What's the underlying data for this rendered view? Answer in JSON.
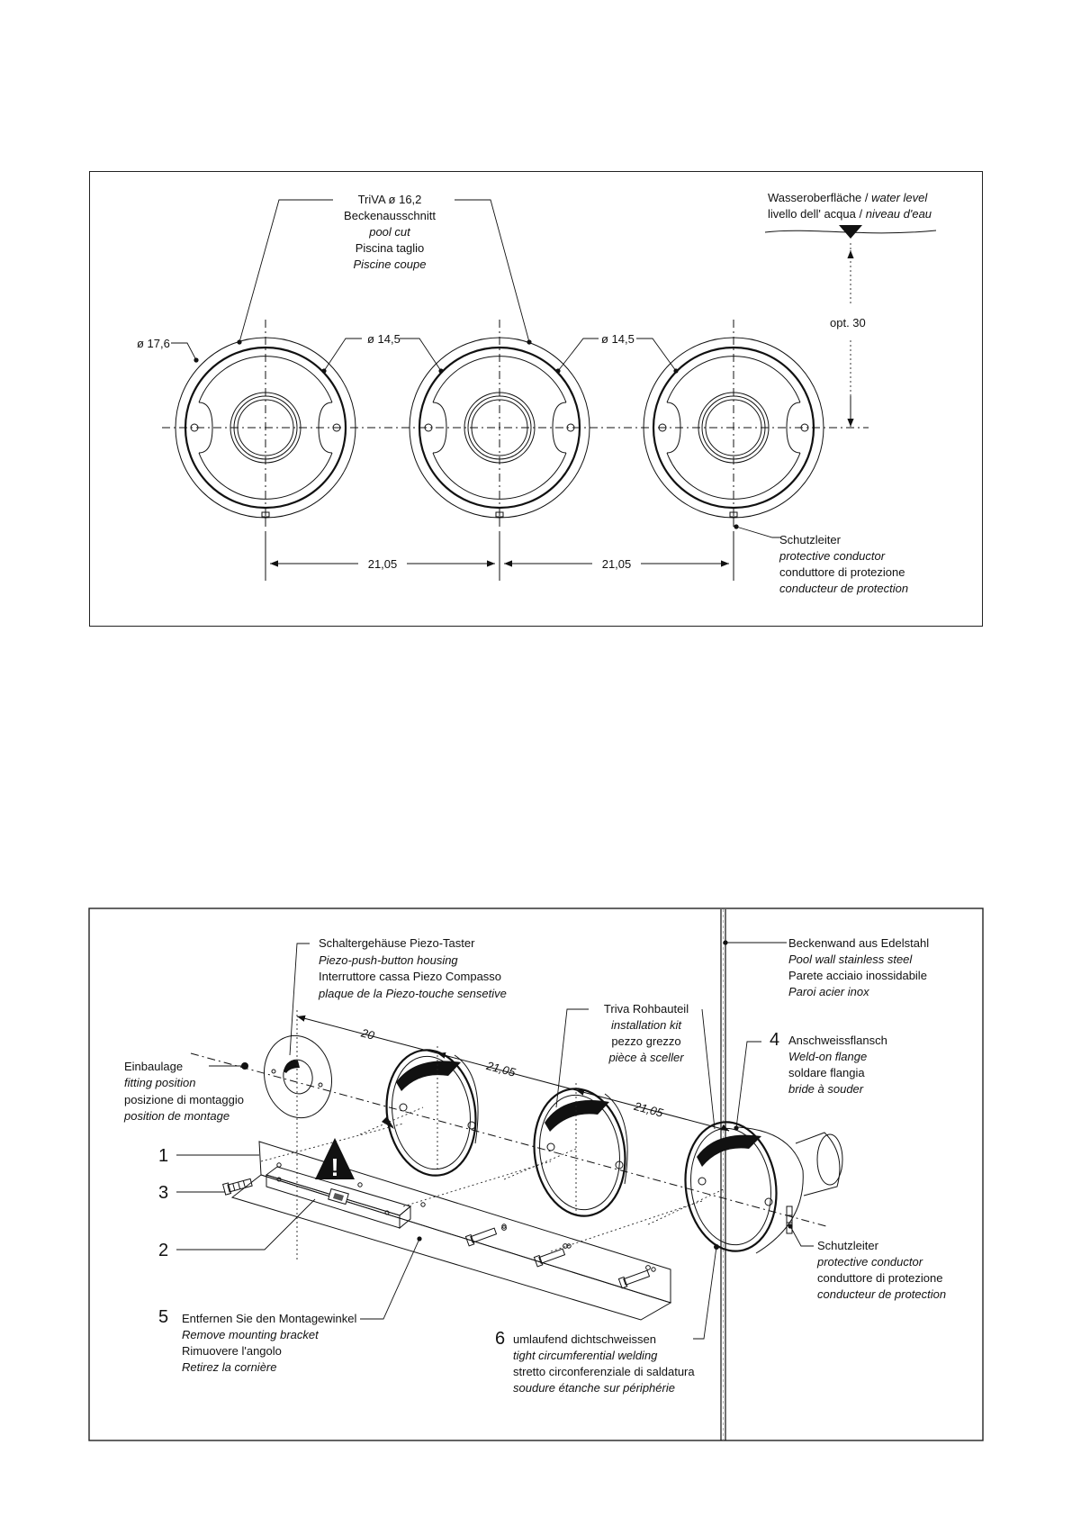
{
  "top": {
    "triva_label": [
      "TriVA ø 16,2",
      "Beckenausschnitt",
      "pool cut",
      "Piscina taglio",
      "Piscine coupe"
    ],
    "water_line1": [
      "Wasseroberfläche / ",
      "water level"
    ],
    "water_line2": [
      "livello dell' acqua / ",
      "niveau d'eau"
    ],
    "opt_label": "opt. 30",
    "dia_outer": "ø 17,6",
    "dia_inner_1": "ø 14,5",
    "dia_inner_2": "ø 14,5",
    "dim_1": "21,05",
    "dim_2": "21,05",
    "conductor": [
      "Schutzleiter",
      "protective conductor",
      "conduttore di protezione",
      "conducteur de protection"
    ]
  },
  "bottom": {
    "housing": [
      "Schaltergehäuse Piezo-Taster",
      "Piezo-push-button housing",
      "Interruttore cassa Piezo Compasso",
      "plaque de la Piezo-touche sensetive"
    ],
    "wall": [
      "Beckenwand aus Edelstahl",
      "Pool wall stainless steel",
      "Parete acciaio inossidabile",
      "Paroi acier inox"
    ],
    "kit": [
      "Triva Rohbauteil",
      "installation kit",
      "pezzo grezzo",
      "pièce à sceller"
    ],
    "fitting": [
      "Einbaulage",
      "fitting position",
      "posizione di montaggio",
      "position de montage"
    ],
    "flange_num": "4",
    "flange": [
      "Anschweissflansch",
      "Weld-on flange",
      "soldare flangia",
      "bride à souder"
    ],
    "dim_20": "20",
    "dim_a": "21,05",
    "dim_b": "21,05",
    "num_1": "1",
    "num_3": "3",
    "num_2": "2",
    "conductor": [
      "Schutzleiter",
      "protective conductor",
      "conduttore di protezione",
      "conducteur de protection"
    ],
    "remove_num": "5",
    "remove": [
      "Entfernen Sie den Montagewinkel",
      "Remove mounting bracket",
      "Rimuovere l'angolo",
      "Retirez la cornière"
    ],
    "weld_num": "6",
    "weld": [
      "umlaufend dichtschweissen",
      "tight circumferential welding",
      "stretto circonferenziale di saldatura",
      "soudure étanche sur périphérie"
    ],
    "warning_glyph": "!"
  }
}
